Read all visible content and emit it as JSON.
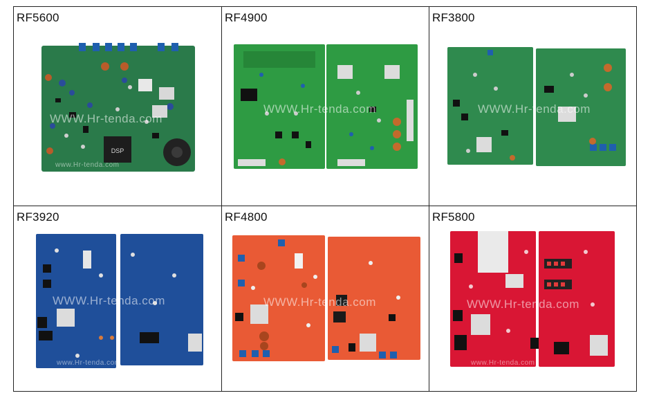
{
  "cells": [
    {
      "model": "RF5600",
      "watermark": "WWW.Hr-tenda.com",
      "board_color": "#2a7a4a",
      "small_watermark": "www.Hr-tenda.com",
      "chip_label": "DSP"
    },
    {
      "model": "RF4900",
      "watermark": "WWW.Hr-tenda.com",
      "board_color": "#2e9b43"
    },
    {
      "model": "RF3800",
      "watermark": "WWW.Hr-tenda.com",
      "board_color": "#2f8a4e"
    },
    {
      "model": "RF3920",
      "watermark": "WWW.Hr-tenda.com",
      "board_color": "#1f4f9a",
      "small_watermark": "www.Hr-tenda.com"
    },
    {
      "model": "RF4800",
      "watermark": "WWW.Hr-tenda.com",
      "board_color": "#e95a35"
    },
    {
      "model": "RF5800",
      "watermark": "WWW.Hr-tenda.com",
      "board_color": "#d91634",
      "small_watermark": "www.Hr-tenda.com"
    }
  ]
}
